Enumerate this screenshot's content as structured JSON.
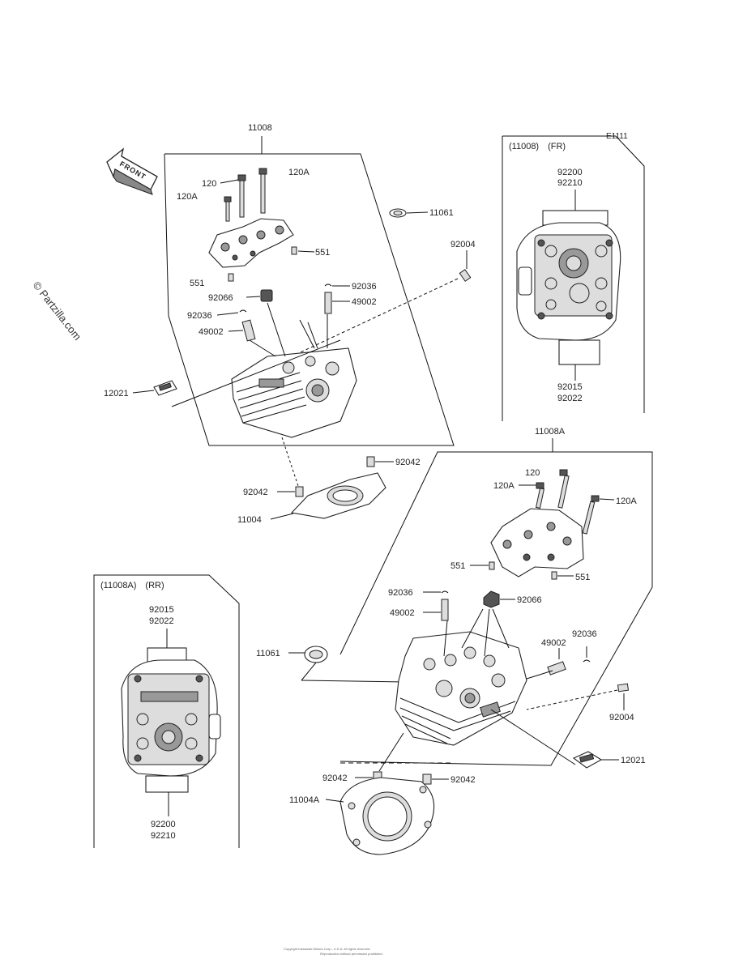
{
  "diagram": {
    "code": "E1111",
    "watermark": "© Partzilla.com",
    "front_arrow": "FRONT",
    "footer": [
      "Copyright Kawasaki Motors Corp., U.S.A. All rights reserved.",
      "Reproduction without permission prohibited."
    ]
  },
  "inset_front": {
    "title": "(11008)　(FR)",
    "top_labels": [
      "92200",
      "92210"
    ],
    "bottom_labels": [
      "92015",
      "92022"
    ]
  },
  "inset_rear": {
    "title": "(11008A)　(RR)",
    "top_labels": [
      "92015",
      "92022"
    ],
    "bottom_labels": [
      "92200",
      "92210"
    ]
  },
  "front_head": {
    "assembly": "11008",
    "parts": {
      "bolt_120": "120",
      "bolt_120a_top": "120A",
      "bolt_120a_left": "120A",
      "seal_11061": "11061",
      "stud_92004": "92004",
      "dowel_551_right": "551",
      "dowel_551_left": "551",
      "clip_92036_right": "92036",
      "guide_49002_right": "49002",
      "plug_92066": "92066",
      "clip_92036_left": "92036",
      "guide_49002_left": "49002",
      "cap_12021": "12021",
      "pin_92042_right": "92042",
      "pin_92042_left": "92042",
      "gasket_11004": "11004"
    }
  },
  "rear_head": {
    "assembly": "11008A",
    "parts": {
      "bolt_120": "120",
      "bolt_120a_left": "120A",
      "bolt_120a_right": "120A",
      "dowel_551_left": "551",
      "dowel_551_right": "551",
      "clip_92036_top": "92036",
      "guide_49002_top": "49002",
      "plug_92066": "92066",
      "guide_49002_right": "49002",
      "clip_92036_right": "92036",
      "seal_11061": "11061",
      "stud_92004": "92004",
      "cap_12021": "12021",
      "pin_92042_left": "92042",
      "pin_92042_right": "92042",
      "gasket_11004a": "11004A"
    }
  }
}
